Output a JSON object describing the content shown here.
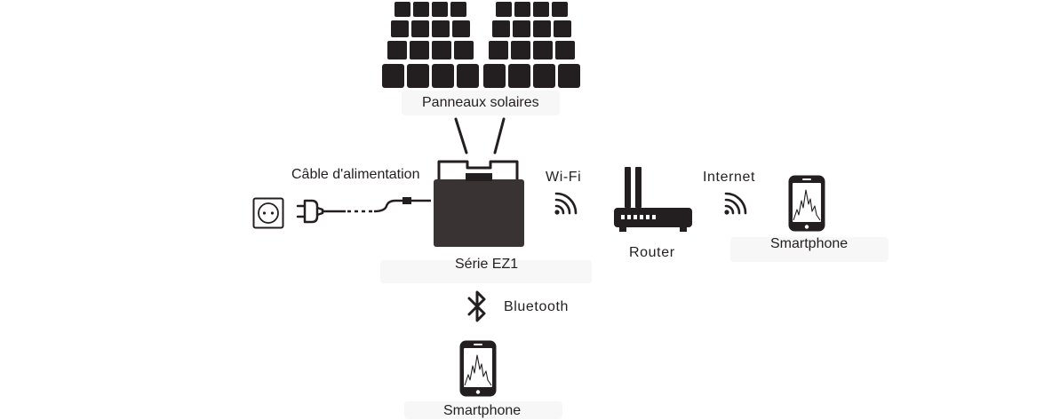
{
  "diagram": {
    "solar_panels_label": "Panneaux solaires",
    "power_cable_label": "Câble d'alimentation",
    "inverter_label": "Série EZ1",
    "wifi_label": "Wi-Fi",
    "router_label": "Router",
    "internet_label": "Internet",
    "remote_smartphone_label": "Smartphone",
    "bluetooth_label": "Bluetooth",
    "local_smartphone_label": "Smartphone"
  },
  "colors": {
    "ink": "#231f20",
    "inverter_body": "#3a3333",
    "label_glow": "#f6f6f6"
  },
  "icons": [
    "solar-panel-icon",
    "wall-socket-icon",
    "plug-icon",
    "inverter-icon",
    "wifi-icon",
    "router-icon",
    "smartphone-icon",
    "bluetooth-icon"
  ]
}
